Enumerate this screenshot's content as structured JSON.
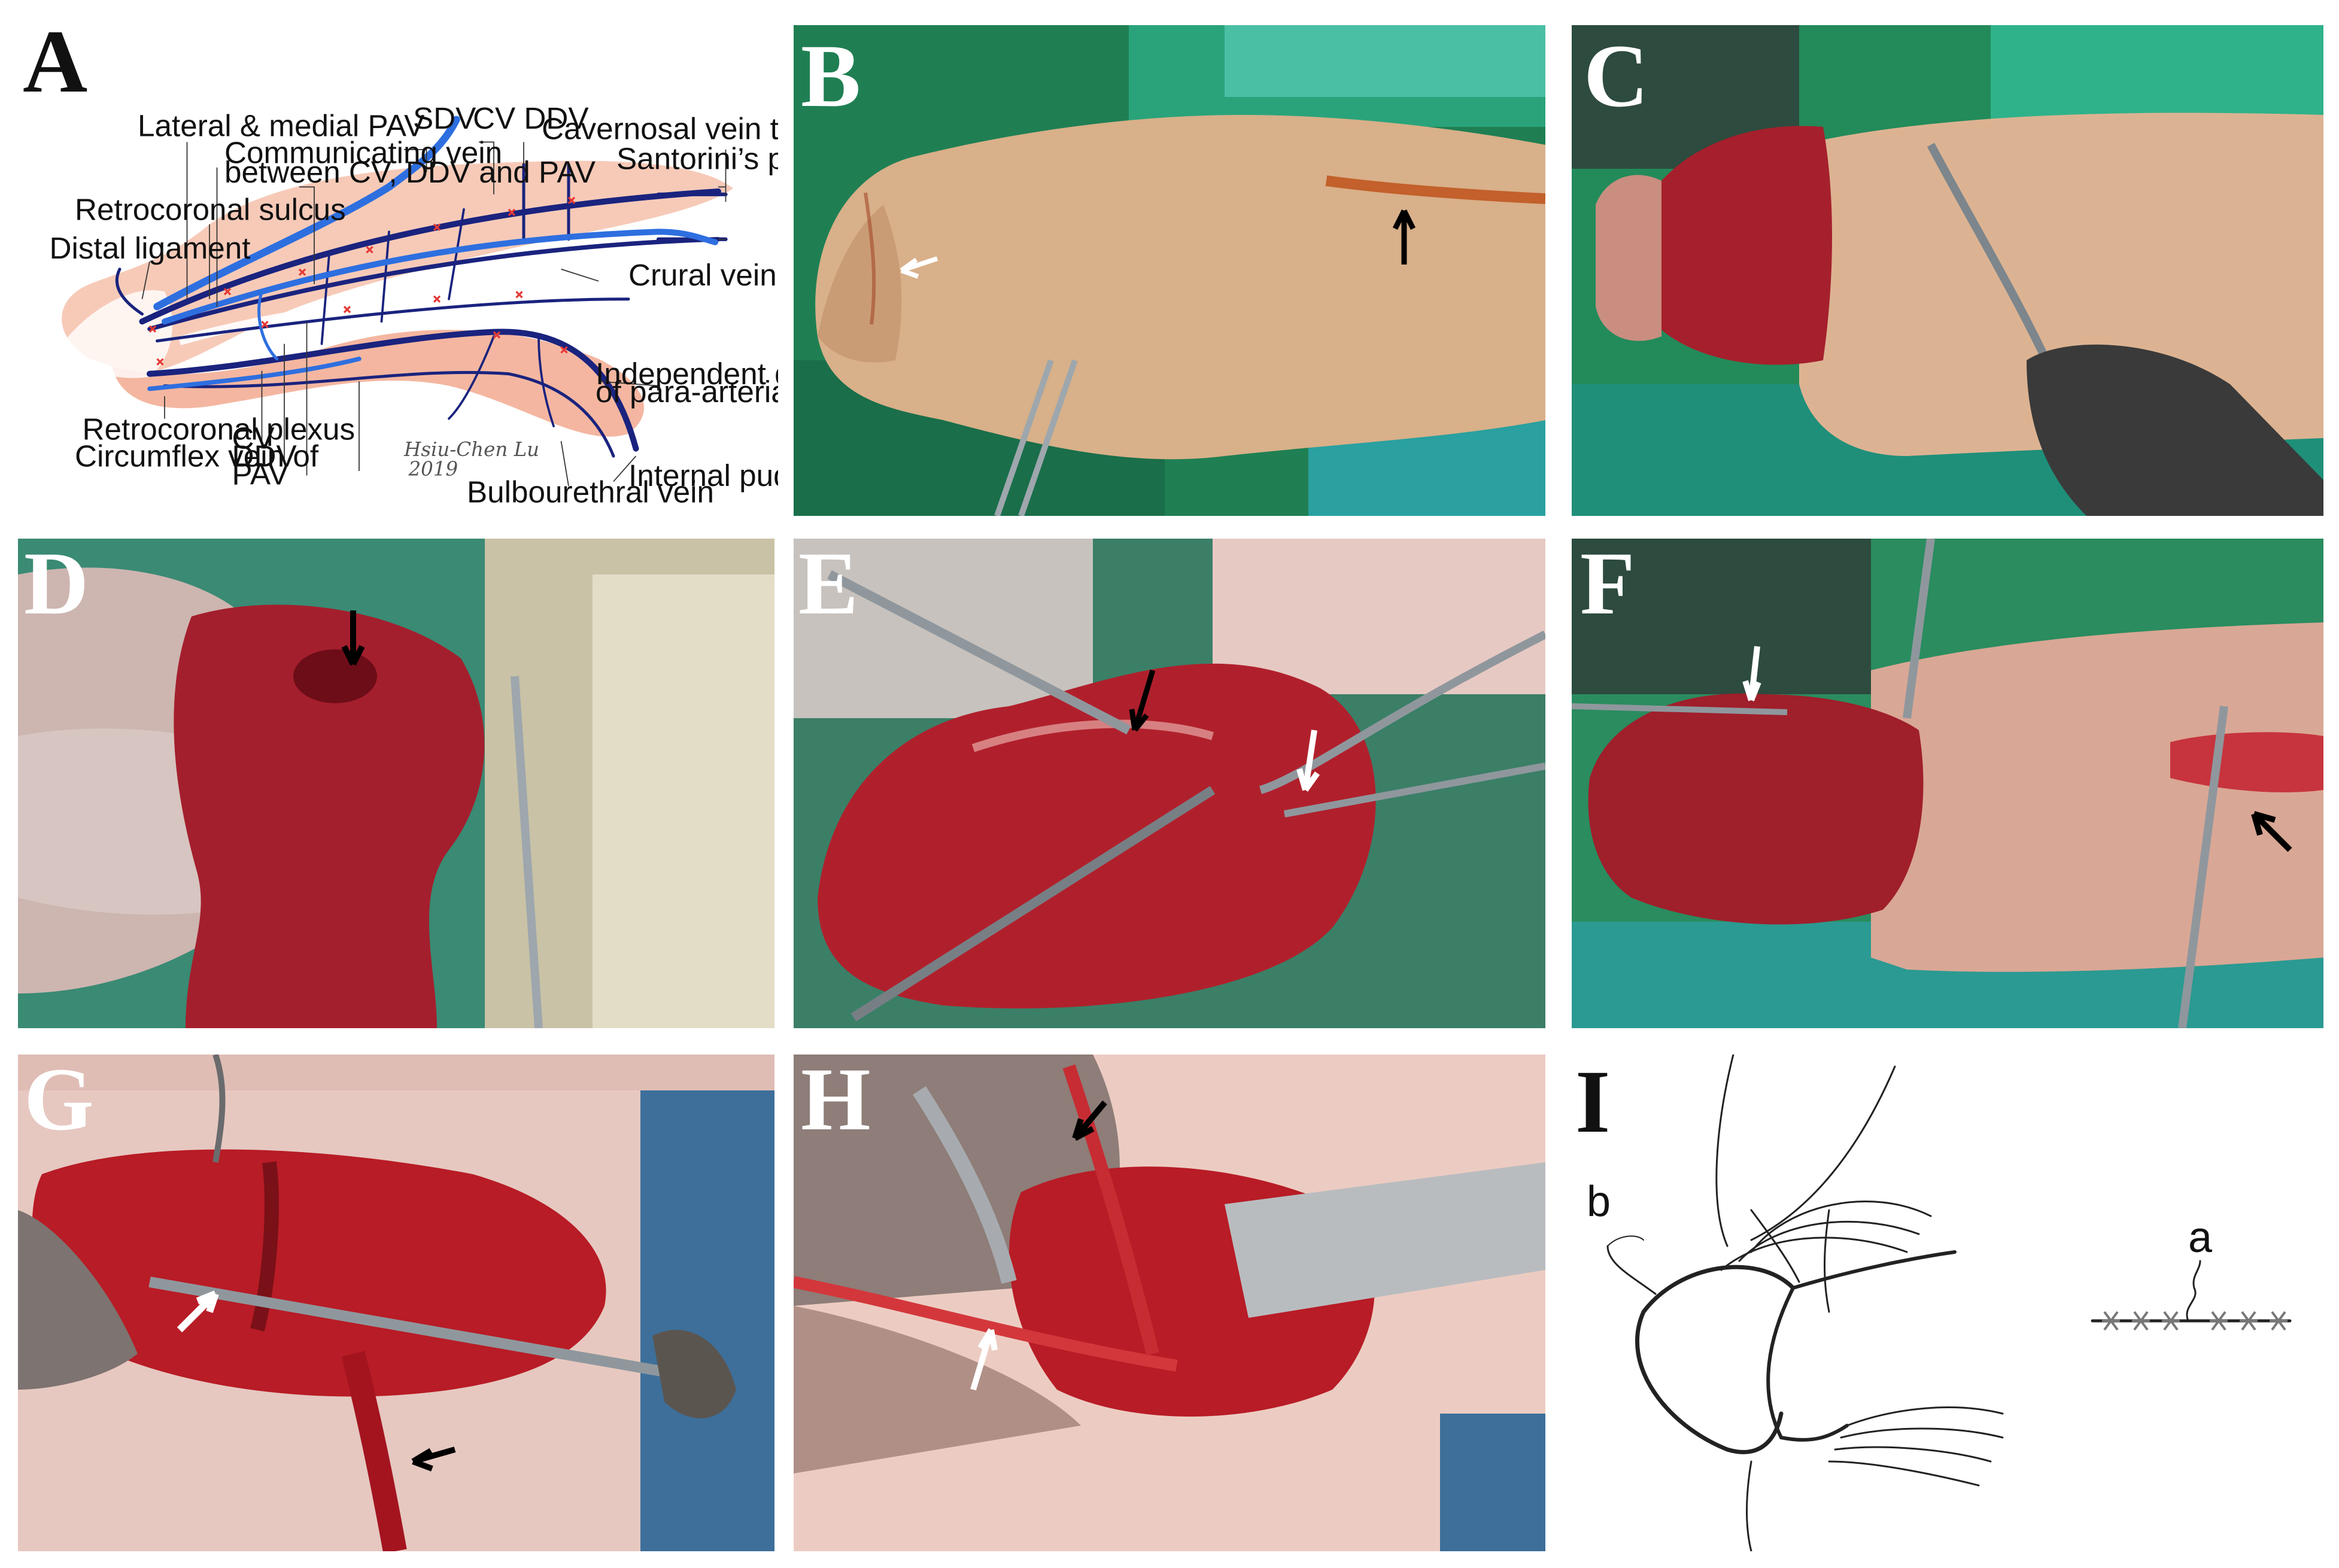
{
  "panels": {
    "a": {
      "letter": "A",
      "labels": {
        "lateral_medial_pav": "Lateral & medial PAV",
        "communicating_vein_1": "Communicating vein",
        "communicating_vein_2": "between CV, DDV and PAV",
        "retrocoronal_sulcus": "Retrocoronal sulcus",
        "distal_ligament": "Distal ligament",
        "sdv": "SDV",
        "cv_ddv": "CV DDV",
        "cavernosal_vein": "Cavernosal vein to left corpus",
        "santorini_plexus": "Santorini’s plexus",
        "crural_vein": "Crural vein",
        "independent_drainage_1": "Independent drainage",
        "independent_drainage_2": "of para-arterial vein",
        "retrocoronal_plexus": "Retrocoronal plexus",
        "circumflex_vein_of": "Circumflex vein of",
        "cv": "CV",
        "ddv": "DDV",
        "pav": "PAV",
        "bulbourethral_vein": "Bulbourethral vein",
        "internal_pudendal_vein": "Internal pudendal vein",
        "signature_1": "Hsiu-Chen Lu",
        "signature_2": "2019"
      }
    },
    "b": {
      "letter": "B"
    },
    "c": {
      "letter": "C"
    },
    "d": {
      "letter": "D"
    },
    "e": {
      "letter": "E"
    },
    "f": {
      "letter": "F"
    },
    "g": {
      "letter": "G"
    },
    "h": {
      "letter": "H"
    },
    "i": {
      "letter": "I",
      "label_b": "b",
      "label_a": "a"
    }
  },
  "colors": {
    "vein_dark": "#1a237e",
    "vein_light": "#2e6fe0",
    "corpus": "#f4bba6",
    "ligation": "#e53935",
    "drape_green": "#1f8a5c",
    "drape_teal": "#2a9d8f",
    "skin": "#d9b08c",
    "tissue_red": "#b3202b"
  },
  "icons": {
    "arrow_black": "black-arrow-icon",
    "arrow_white": "white-arrow-icon"
  }
}
